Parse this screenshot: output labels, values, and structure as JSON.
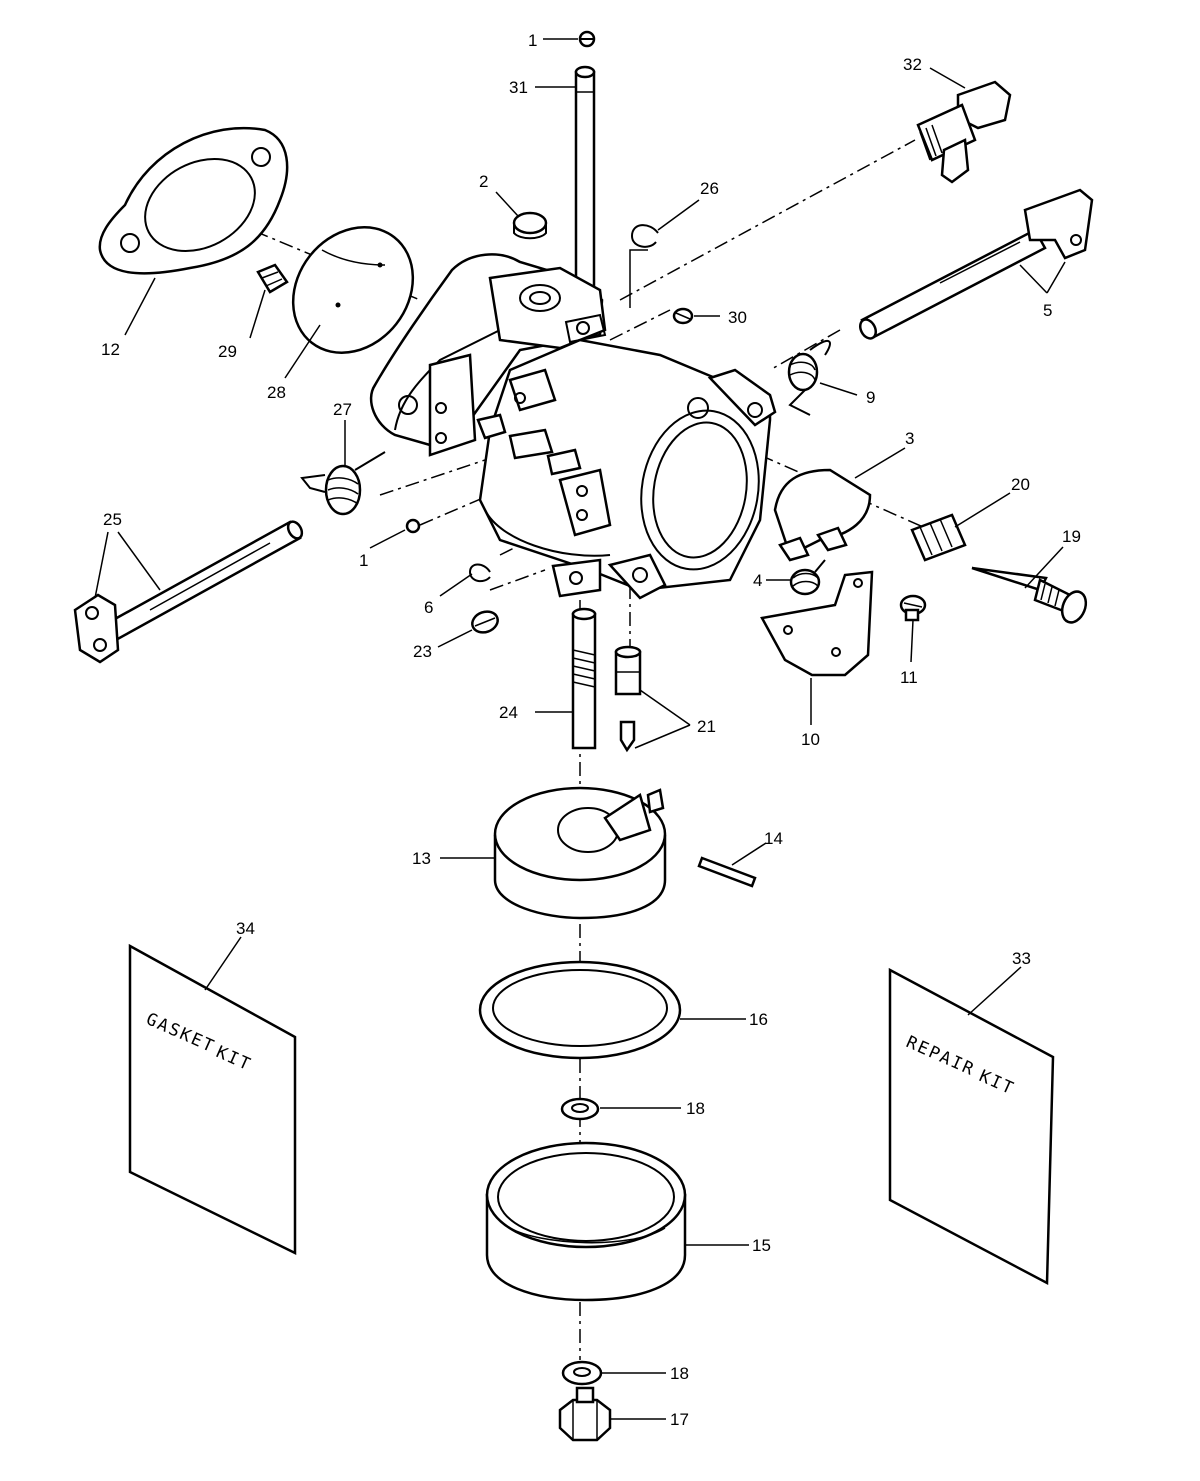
{
  "callouts": [
    {
      "id": "c1a",
      "label": "1"
    },
    {
      "id": "c1b",
      "label": "1"
    },
    {
      "id": "c2",
      "label": "2"
    },
    {
      "id": "c3",
      "label": "3"
    },
    {
      "id": "c4",
      "label": "4"
    },
    {
      "id": "c5",
      "label": "5"
    },
    {
      "id": "c6",
      "label": "6"
    },
    {
      "id": "c9",
      "label": "9"
    },
    {
      "id": "c10",
      "label": "10"
    },
    {
      "id": "c11",
      "label": "11"
    },
    {
      "id": "c12",
      "label": "12"
    },
    {
      "id": "c13",
      "label": "13"
    },
    {
      "id": "c14",
      "label": "14"
    },
    {
      "id": "c15",
      "label": "15"
    },
    {
      "id": "c16",
      "label": "16"
    },
    {
      "id": "c17",
      "label": "17"
    },
    {
      "id": "c18a",
      "label": "18"
    },
    {
      "id": "c18b",
      "label": "18"
    },
    {
      "id": "c19",
      "label": "19"
    },
    {
      "id": "c20",
      "label": "20"
    },
    {
      "id": "c21",
      "label": "21"
    },
    {
      "id": "c23",
      "label": "23"
    },
    {
      "id": "c24",
      "label": "24"
    },
    {
      "id": "c25",
      "label": "25"
    },
    {
      "id": "c26",
      "label": "26"
    },
    {
      "id": "c27",
      "label": "27"
    },
    {
      "id": "c28",
      "label": "28"
    },
    {
      "id": "c29",
      "label": "29"
    },
    {
      "id": "c30",
      "label": "30"
    },
    {
      "id": "c31",
      "label": "31"
    },
    {
      "id": "c32",
      "label": "32"
    },
    {
      "id": "c33",
      "label": "33"
    },
    {
      "id": "c34",
      "label": "34"
    }
  ],
  "kits": {
    "gasket": {
      "line1": "GASKET",
      "line2": "KIT"
    },
    "repair": {
      "line1": "REPAIR",
      "line2": "KIT"
    }
  }
}
